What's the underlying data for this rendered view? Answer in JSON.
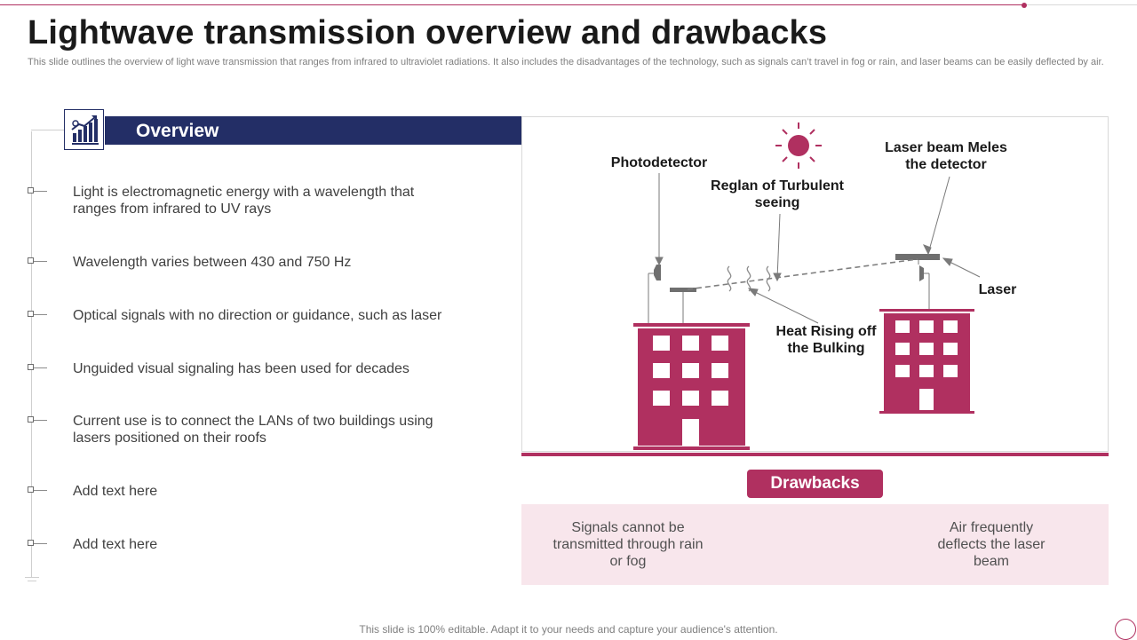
{
  "header": {
    "title": "Lightwave transmission overview and drawbacks",
    "subtitle": "This slide outlines the overview of light wave transmission that ranges from infrared to ultraviolet radiations. It also includes the disadvantages of the technology, such as signals can’t travel in fog or rain, and laser beams can be easily deflected by air."
  },
  "overview": {
    "title": "Overview",
    "icon": "bar-chart-growth-icon",
    "items": [
      "Light is electromagnetic energy with a wavelength that ranges from infrared to UV rays",
      "Wavelength varies between 430 and 750 Hz",
      "Optical signals with no direction or guidance, such as laser",
      "Unguided visual signaling has been used for decades",
      "Current use is to connect the LANs of two buildings using lasers positioned on their roofs",
      "Add text here",
      "Add text here"
    ]
  },
  "diagram": {
    "photodetector": "Photodetector",
    "turbulent": "Reglan of Turbulent seeing",
    "laser_beam": "Laser beam Meles the detector",
    "laser": "Laser",
    "heat": "Heat Rising off the Bulking",
    "icons": [
      "sun-icon",
      "building-icon",
      "heat-waves-icon"
    ]
  },
  "drawbacks": {
    "title": "Drawbacks",
    "items": [
      "Signals cannot be transmitted through rain or fog",
      "Air frequently deflects the laser beam"
    ]
  },
  "footer": {
    "text": "This slide is 100% editable. Adapt it to your needs and capture your audience's attention."
  },
  "colors": {
    "navy": "#232e66",
    "accent": "#b03060",
    "drawback_bg": "#f8e6ec"
  }
}
